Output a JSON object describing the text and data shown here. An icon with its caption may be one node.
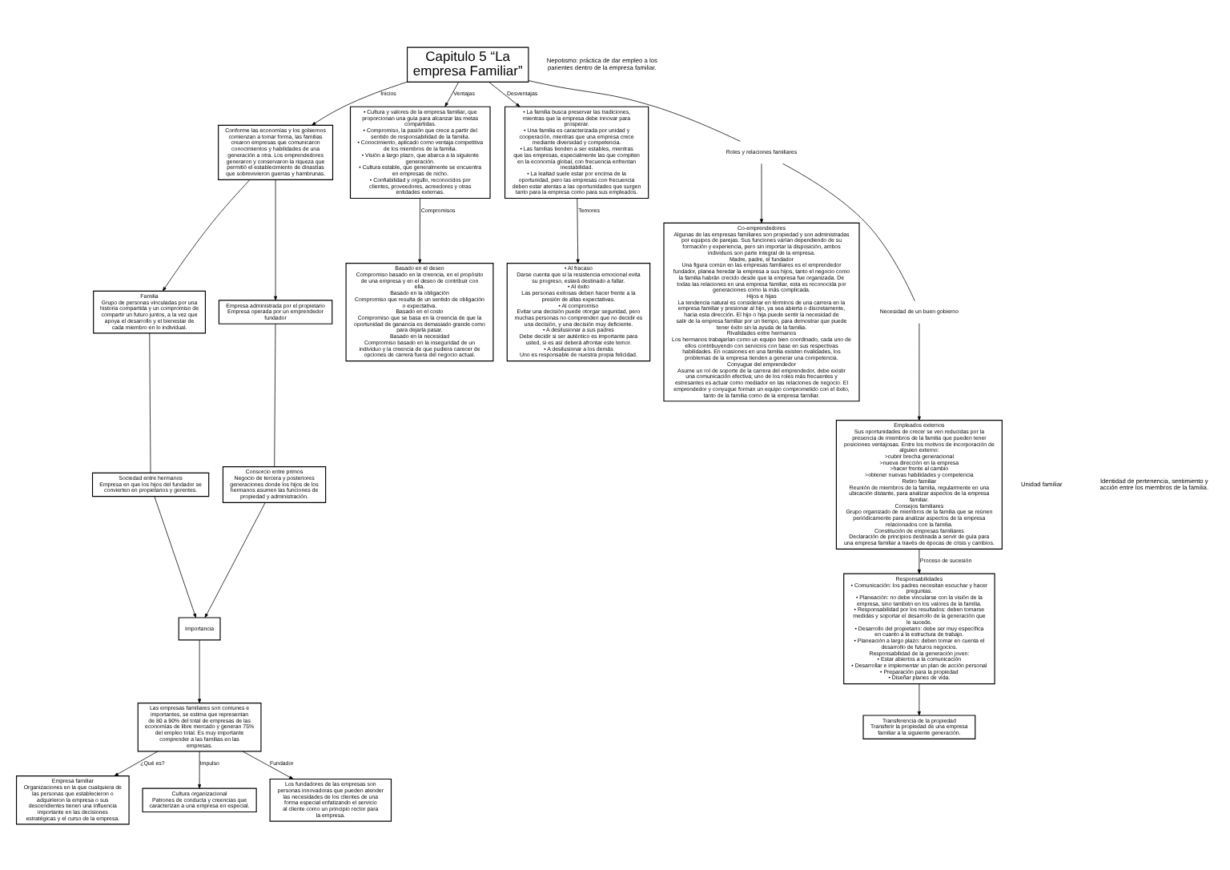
{
  "diagram": {
    "nodes": [
      {
        "text": [
          "Capitulo 5 “La empresa Familiar”"
        ]
      },
      {
        "text": [
          "Conforme las economías y los gobiernos comienzan a tomar forma, las familias crearon empresas que comunicaron conocimientos y habilidades de una generación a otra. Los emprendedores generaron y conservaron la riqueza que permitió el establecimiento de dinastías que sobrevivieron guerras y hambrunas."
        ]
      },
      {
        "text": [
          "Familia",
          "Grupo de personas vinculadas por una historia compartida y un compromiso de compartir un futuro juntos, a la vez que apoya el desarrollo y el bienestar de cada miembro en lo individual."
        ]
      },
      {
        "text": [
          "Empresa administrada por el propietario",
          "Empresa operada por un emprendedor fundador"
        ]
      },
      {
        "text": [
          "Sociedad entre hermanos",
          "Empresa en que los hijos del fundador se convierten en propietarios y gerentes."
        ]
      },
      {
        "text": [
          "Consorcio entre primos",
          "Negocio de tercera y posteriores generaciones donde los hijos de los hermanos asumen las funciones de propiedad y administración."
        ]
      },
      {
        "text": [
          "Importancia"
        ]
      },
      {
        "text": [
          "Las empresas familiares son comunes e importantes, se estima que representan de 80 a 90% del total de empresas de las economías de libre mercado y generan 75% del empleo total. Es muy importante comprender a las familias en las empresas."
        ]
      },
      {
        "text": [
          "Empresa familiar",
          "Organizaciones en la que cualquiera de las personas que establecieron o adquirieron la empresa o sus descendientes tienen una influencia importante en las decisiones estratégicas y el curso de la empresa."
        ]
      },
      {
        "text": [
          "Cultura organizacional",
          "Patrones de conducta y creencias que caracterizan a una empresa en especial."
        ]
      },
      {
        "text": [
          "Los fundadores de las empresas son personas innovadoras que pueden atender las necesidades de los clientes de una forma especial enfatizando el servicio al cliente como un principio rector para la empresa."
        ]
      },
      {
        "text": [
          "• Cultura y valores de la empresa familiar, que proporcionan una guía para alcanzar las metas compartidas.",
          "• Compromiso, la pasión que crece a partir del sentido de responsabilidad de la familia.",
          "• Conocimiento, aplicado como ventaja competitiva de los miembros de la familia.",
          "• Visión a largo plazo, que abarca a la siguiente generación.",
          "• Cultura estable, que generalmente se encuentra en empresas de nicho.",
          "• Confiabilidad y orgullo, reconocidos por clientes, proveedores, acreedores y otras entidades externas."
        ]
      },
      {
        "text": [
          "• La familia busca preservar las tradiciones, mientras que la empresa debe innovar para prosperar.",
          "• Una familia es caracterizada por unidad y cooperación, mientras que una empresa crece mediante diversidad y competencia.",
          "• Las familias tienden a ser estables, mientras que las empresas, especialmente las que compiten en la economía global, con frecuencia enfrentan inestabilidad.",
          "• La lealtad suele estar por encima de la oportunidad, pero las empresas con frecuencia deben estar atentas a las oportunidades que surgen tanto para la empresa como para sus empleados."
        ]
      },
      {
        "text": [
          "Basado en el deseo",
          "Compromiso basado en la creencia, en el propósito de una empresa y en el deseo de contribuir con ella.",
          "Basado en la obligación",
          "Compromiso que resulta de un sentido de obligación o expectativa.",
          "Basado en el costo",
          "Compromiso que se basa en la creencia de que la oportunidad de ganancia es demasiado grande como para dejarla pasar.",
          "Basado en la necesidad",
          "Compromiso basado en la inseguridad de un individuo y la creencia de que pudiera carecer de opciones de carrera fuera del negocio actual."
        ]
      },
      {
        "text": [
          "• Al fracaso",
          "Darse cuenta que si la resistencia emocional evita su progreso, estará destinado a fallar.",
          "• Al éxito",
          "Las personas exitosas deben hacer frente a la presión de altas expectativas.",
          "• Al compromiso",
          "Evitar una decisión puede otorgar seguridad, pero muchas personas no comprenden que no decidir es una decisión, y una decisión muy deficiente.",
          "• A desilusionar a sus padres",
          "Debe decidir si ser auténtico es importante para usted, si es así deberá afrontar este temor.",
          "• A desilusionar a los demás",
          "Uno es responsable de nuestra propia felicidad."
        ]
      },
      {
        "text": [
          "Roles y relaciones familiares"
        ]
      },
      {
        "text": [
          "Co-emprendedores",
          "Algunas de las empresas familiares son propiedad y son administradas por equipos de parejas. Sus funciones varían dependiendo de su formación y experiencia, pero sin importar la disposición, ambos individuos son parte integral de la empresa.",
          "Madre, padre, el fundador",
          "Una figura común en las empresas familiares es el emprendedor fundador, planea heredar la empresa a sus hijos, tanto el negocio como la familia habrán crecido desde que la empresa fue organizada. De todas las relaciones en una empresa familiar, esta es reconocida por generaciones como la más complicada.",
          "Hijos e hijas",
          "La tendencia natural es considerar en términos de una carrera en la empresa familiar y presionar al hijo, ya sea abierta o discretamente, hacia esta dirección. El hijo o hija puede sentir la necesidad de salir de la empresa familiar por un tiempo, para demostrar que puede tener éxito sin la ayuda de la familia.",
          "Rivalidades entre hermanos",
          "Los hermanos trabajarían como un equipo bien coordinado, cada uno de ellos contribuyendo con servicios con base en sus respectivas habilidades. En ocasiones en una familia existen rivalidades, los problemas de la empresa tienden a generar una competencia.",
          "Conyugue del emprendedor",
          "Asume un rol de soporte de la carrera del emprendedor, debe existir una comunicación efectiva; uno de los roles más frecuentes y estresantes es actuar como mediador en las relaciones de negocio. El emprendedor y conyugue forman un equipo comprometido con el éxito, tanto de la familia como de la empresa familiar."
        ]
      },
      {
        "text": [
          "Necesidad de un buen gobierno"
        ]
      },
      {
        "text": [
          "Empleados externos",
          "Sus oportunidades de crecer se ven reducidas por la presencia de miembros de la familia que pueden tener posiciones ventajosas. Entre los motivos de incorporación de alguien externo:",
          ">cubrir brecha generacional",
          ">nueva dirección en la empresa",
          ">hacer frente al cambio",
          ">obtener nuevas habilidades y competencia",
          "Retiro familiar",
          "Reunión de miembros de la familia, regularmente en una ubicación distante, para analizar aspectos de la empresa familiar.",
          "Consejos familiares",
          "Grupo organizado de miembros de la familia que se reúnen periódicamente para analizar aspectos de la empresa relacionados con la familia.",
          "Constitución de empresas familiares",
          "Declaración de principios destinada a servir de guía para una empresa familiar a través de épocas de crisis y cambios."
        ]
      },
      {
        "text": [
          "Responsabilidades",
          "• Comunicación: los padres necesitan escuchar y hacer preguntas.",
          "• Planeación: no debe vincularse con la visión de la empresa, sino también en los valores de la familia.",
          "• Responsabilidad por los resultados: deben tomarse medidas y soportar el desarrollo de la generación que le sucede.",
          "• Desarrollo del propietario: debe ser muy específica en cuanto a la estructura de trabajo.",
          "• Planeación a largo plazo: deben tomar en cuenta el desarrollo de futuros negocios.",
          "Responsabilidad de la generación joven:",
          "• Estar abiertos a la comunicación",
          "• Desarrollar e implementar un plan de acción personal",
          "• Preparación para la propiedad",
          "• Diseñar planes de vida."
        ]
      },
      {
        "text": [
          "Transferencia de la propiedad",
          "Transferir la propiedad de una empresa familiar a la siguiente generación."
        ]
      }
    ],
    "edges": [
      {
        "from": 0,
        "to": 1,
        "arrow": "to",
        "label": "Inicios"
      },
      {
        "from": 1,
        "to": 2,
        "arrow": "to"
      },
      {
        "from": 1,
        "to": 3,
        "arrow": "to"
      },
      {
        "from": 2,
        "to": 4,
        "arrow": "none"
      },
      {
        "from": 3,
        "to": 5,
        "arrow": "none"
      },
      {
        "from": 4,
        "to": 6,
        "arrow": "to"
      },
      {
        "from": 5,
        "to": 6,
        "arrow": "to"
      },
      {
        "from": 6,
        "to": 7,
        "arrow": "to"
      },
      {
        "from": 7,
        "to": 8,
        "arrow": "to",
        "label": "¿Qué es?"
      },
      {
        "from": 7,
        "to": 9,
        "arrow": "to",
        "label": "Impulso"
      },
      {
        "from": 7,
        "to": 10,
        "arrow": "to",
        "label": "Fundador"
      },
      {
        "from": 0,
        "to": 11,
        "arrow": "to",
        "label": "Ventajas"
      },
      {
        "from": 0,
        "to": 12,
        "arrow": "to",
        "label": "Desventajas"
      },
      {
        "from": 11,
        "to": 13,
        "arrow": "to",
        "label": "Compromisos"
      },
      {
        "from": 12,
        "to": 14,
        "arrow": "to",
        "label": "Temores"
      },
      {
        "from": 0,
        "to": 15,
        "arrow": "none"
      },
      {
        "from": 15,
        "to": 16,
        "arrow": "to"
      },
      {
        "from": 15,
        "to": 17,
        "arrow": "none"
      },
      {
        "from": 17,
        "to": 18,
        "arrow": "to"
      },
      {
        "from": 18,
        "to": 19,
        "arrow": "to",
        "label": "Proceso de sucesión"
      },
      {
        "from": 19,
        "to": 20,
        "arrow": "to"
      }
    ],
    "labels": [
      "Nepotismo: práctica de dar empleo a los parientes dentro de la empresa familiar.",
      "Unidad familiar",
      "Identidad de pertenencia, sentimiento y acción entre los miembros de la familia."
    ]
  }
}
